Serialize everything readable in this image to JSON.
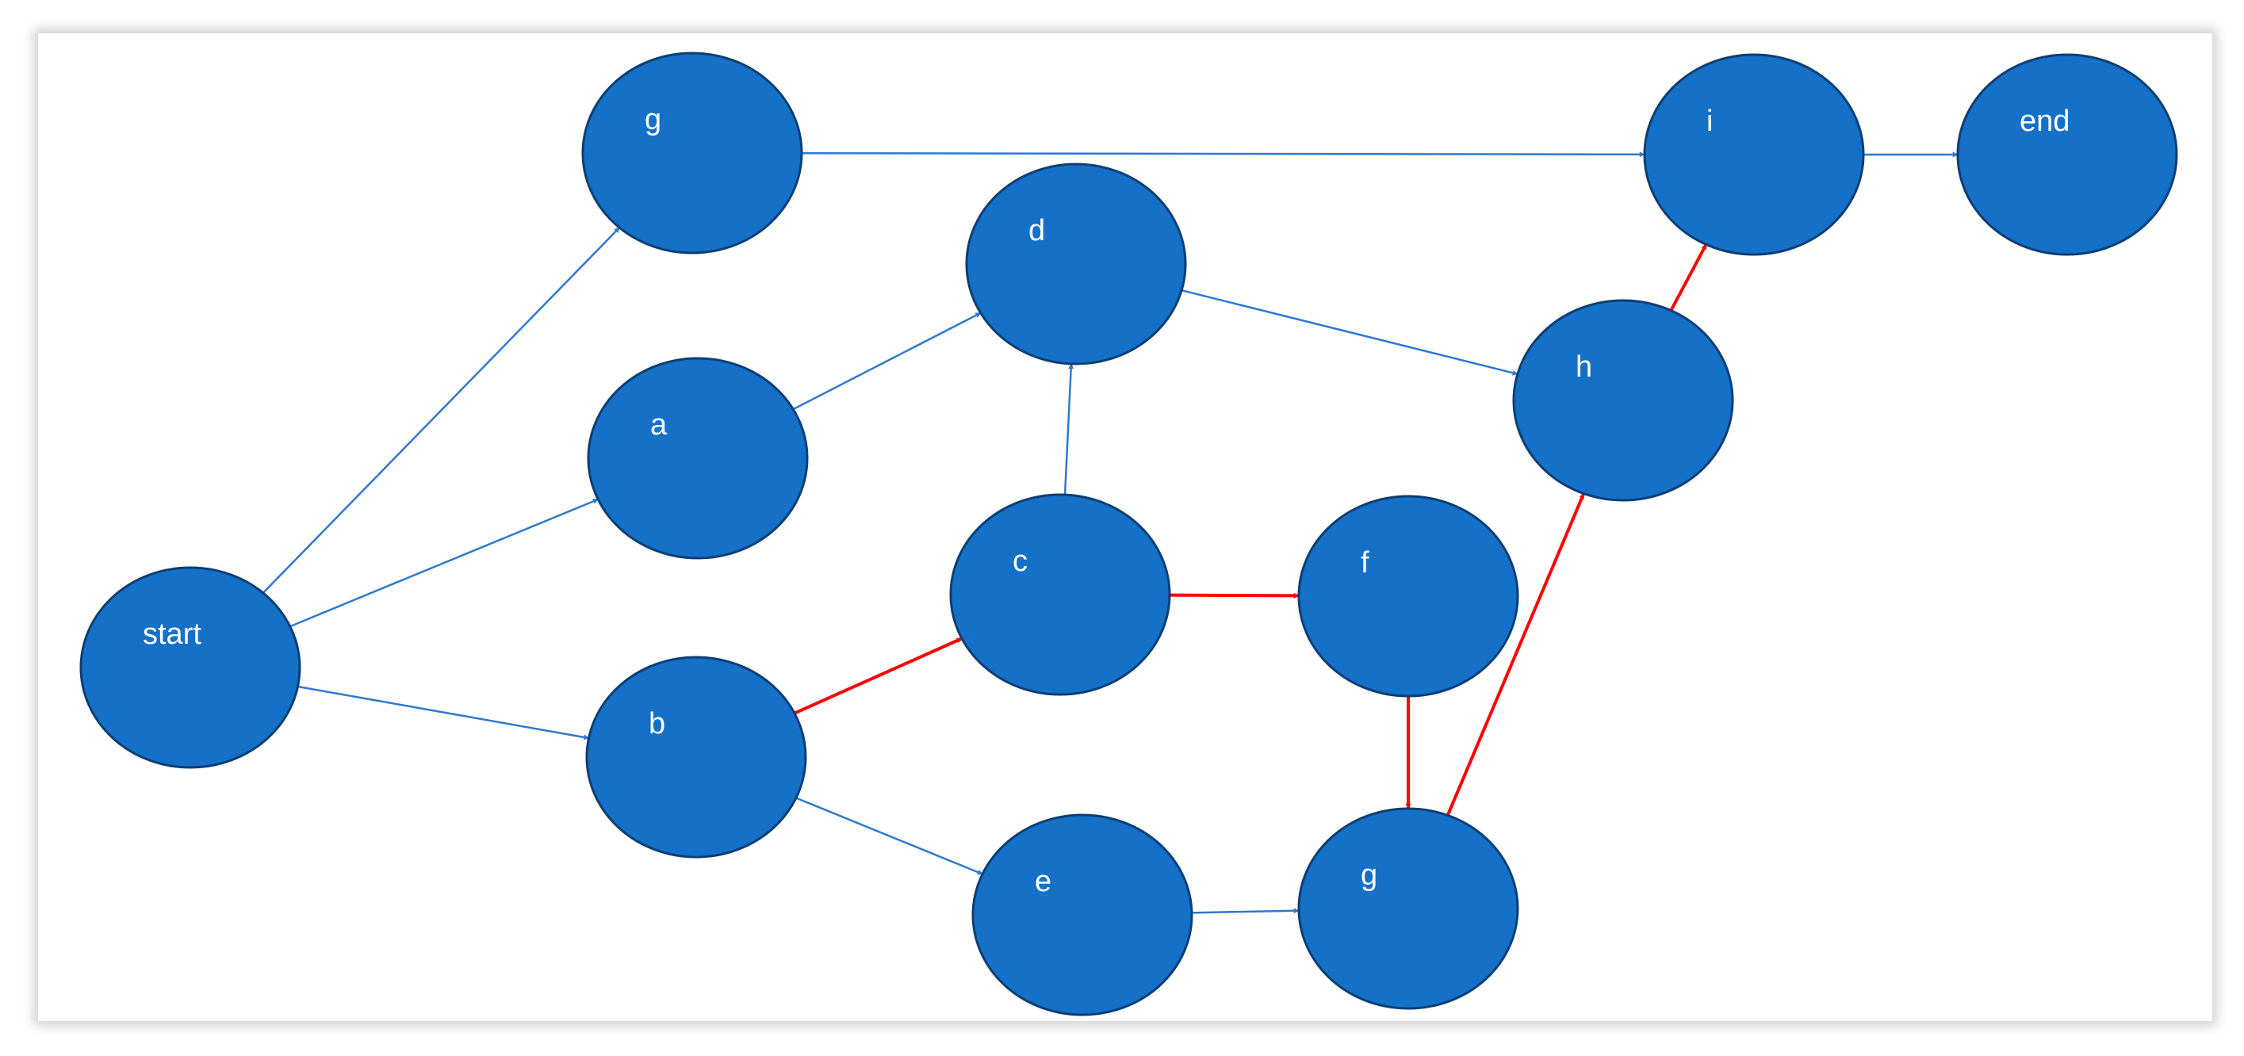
{
  "colors": {
    "node_fill": "#1570c8",
    "node_stroke": "#0d3f74",
    "edge_normal": "#2f78cf",
    "edge_critical": "#ff0000"
  },
  "nodes": [
    {
      "id": "start",
      "label": "start"
    },
    {
      "id": "g_top",
      "label": "g"
    },
    {
      "id": "a",
      "label": "a"
    },
    {
      "id": "b",
      "label": "b"
    },
    {
      "id": "d",
      "label": "d"
    },
    {
      "id": "c",
      "label": "c"
    },
    {
      "id": "e",
      "label": "e"
    },
    {
      "id": "f",
      "label": "f"
    },
    {
      "id": "g_bottom",
      "label": "g"
    },
    {
      "id": "h",
      "label": "h"
    },
    {
      "id": "i",
      "label": "i"
    },
    {
      "id": "end",
      "label": "end"
    }
  ],
  "edges": [
    {
      "from": "start",
      "to": "g_top",
      "critical": false
    },
    {
      "from": "start",
      "to": "a",
      "critical": false
    },
    {
      "from": "start",
      "to": "b",
      "critical": false
    },
    {
      "from": "g_top",
      "to": "i",
      "critical": false
    },
    {
      "from": "a",
      "to": "d",
      "critical": false
    },
    {
      "from": "c",
      "to": "d",
      "critical": false
    },
    {
      "from": "d",
      "to": "h",
      "critical": false
    },
    {
      "from": "b",
      "to": "c",
      "critical": true
    },
    {
      "from": "b",
      "to": "e",
      "critical": false
    },
    {
      "from": "c",
      "to": "f",
      "critical": true
    },
    {
      "from": "f",
      "to": "g_bottom",
      "critical": true
    },
    {
      "from": "e",
      "to": "g_bottom",
      "critical": false
    },
    {
      "from": "g_bottom",
      "to": "h",
      "critical": true
    },
    {
      "from": "h",
      "to": "i",
      "critical": true
    },
    {
      "from": "i",
      "to": "end",
      "critical": false
    }
  ]
}
